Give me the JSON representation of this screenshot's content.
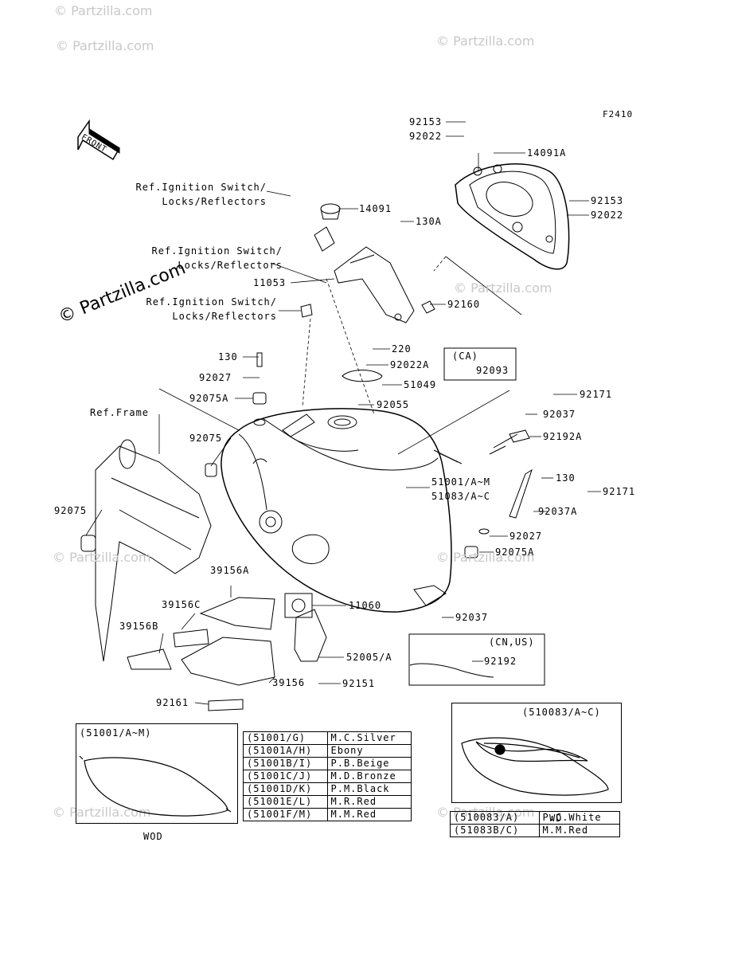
{
  "diagram_code": "F2410",
  "front_label": "FRONT",
  "watermarks": {
    "small": "© Partzilla.com",
    "big": "© Partzilla.com"
  },
  "labels": {
    "p92153_top": "92153",
    "p92022_top": "92022",
    "p14091A": "14091A",
    "ref_ign_1a": "Ref.Ignition Switch/",
    "ref_ign_1b": "Locks/Reflectors",
    "p14091": "14091",
    "p92153_r": "92153",
    "p92022_r": "92022",
    "p130A": "130A",
    "ref_ign_2a": "Ref.Ignition Switch/",
    "ref_ign_2b": "Locks/Reflectors",
    "p11053": "11053",
    "ref_ign_3a": "Ref.Ignition Switch/",
    "ref_ign_3b": "Locks/Reflectors",
    "p92160": "92160",
    "p220": "220",
    "p130": "130",
    "p92022A": "92022A",
    "ca_label": "(CA)",
    "p92093": "92093",
    "p92027": "92027",
    "p51049": "51049",
    "p92171_a": "92171",
    "p92075A": "92075A",
    "p92055": "92055",
    "p92037_a": "92037",
    "ref_frame": "Ref.Frame",
    "p92192A": "92192A",
    "p92075_a": "92075",
    "p130_r": "130",
    "p51001": "51001/A~M",
    "p51083": "51083/A~C",
    "p92171_b": "92171",
    "p92037A": "92037A",
    "p92075_b": "92075",
    "p92027_r": "92027",
    "p92075A_r": "92075A",
    "p39156A": "39156A",
    "p39156C": "39156C",
    "p11060": "11060",
    "p92037_b": "92037",
    "p39156B": "39156B",
    "cnus_label": "(CN,US)",
    "p92192": "92192",
    "p52005": "52005/A",
    "p39156": "39156",
    "p92151": "92151",
    "p92161": "92161"
  },
  "insets": {
    "left_title": "(51001/A~M)",
    "left_caption": "WOD",
    "right_title": "(510083/A~C)",
    "right_caption": "WD"
  },
  "color_table_main": [
    {
      "code": "(51001/G)",
      "color": "M.C.Silver"
    },
    {
      "code": "(51001A/H)",
      "color": "Ebony"
    },
    {
      "code": "(51001B/I)",
      "color": "P.B.Beige"
    },
    {
      "code": "(51001C/J)",
      "color": "M.D.Bronze"
    },
    {
      "code": "(51001D/K)",
      "color": "P.M.Black"
    },
    {
      "code": "(51001E/L)",
      "color": "M.R.Red"
    },
    {
      "code": "(51001F/M)",
      "color": "M.M.Red"
    }
  ],
  "color_table_wd": [
    {
      "code": "(510083/A)",
      "color": "P.C.White"
    },
    {
      "code": "(51083B/C)",
      "color": "M.M.Red"
    }
  ]
}
